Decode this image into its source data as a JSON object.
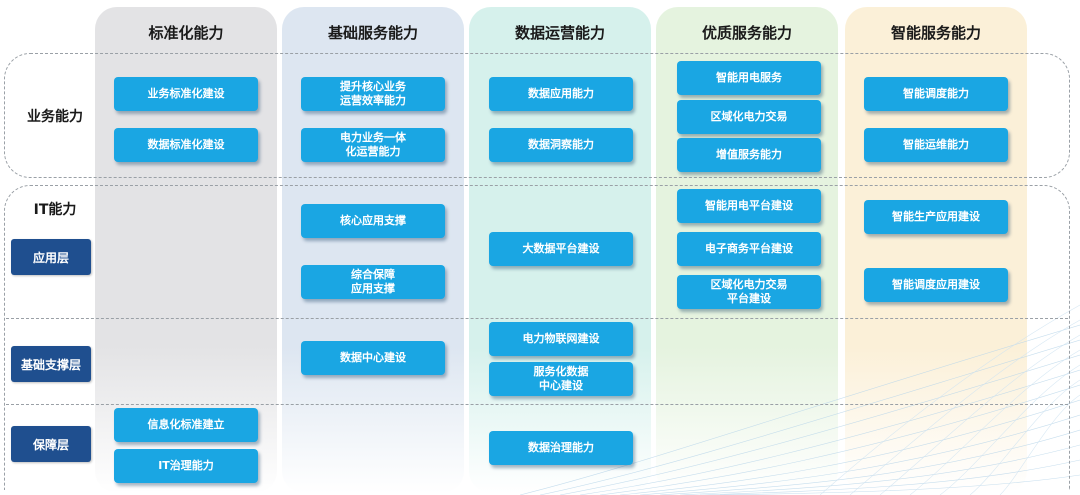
{
  "columns": [
    {
      "title": "标准化能力",
      "color": "#e3e3e5"
    },
    {
      "title": "基础服务能力",
      "color": "#dde6f1"
    },
    {
      "title": "数据运营能力",
      "color": "#d6f1ec"
    },
    {
      "title": "优质服务能力",
      "color": "#e5f3df"
    },
    {
      "title": "智能服务能力",
      "color": "#fbf0d8"
    }
  ],
  "rows": {
    "business": "业务能力",
    "it": "IT能力",
    "app_layer": "应用层",
    "base_layer": "基础支撑层",
    "guarantee_layer": "保障层"
  },
  "boxes": {
    "std_business_1": "业务标准化建设",
    "std_business_2": "数据标准化建设",
    "std_guarantee_1": "信息化标准建立",
    "std_guarantee_2": "IT治理能力",
    "basic_business_1": "提升核心业务\n运营效率能力",
    "basic_business_2": "电力业务一体\n化运营能力",
    "basic_app_1": "核心应用支撑",
    "basic_app_2": "综合保障\n应用支撑",
    "basic_base_1": "数据中心建设",
    "data_business_1": "数据应用能力",
    "data_business_2": "数据洞察能力",
    "data_app_1": "大数据平台建设",
    "data_base_1": "电力物联网建设",
    "data_base_2": "服务化数据\n中心建设",
    "data_guarantee_1": "数据治理能力",
    "quality_business_1": "智能用电服务",
    "quality_business_2": "区域化电力交易",
    "quality_business_3": "增值服务能力",
    "quality_app_1": "智能用电平台建设",
    "quality_app_2": "电子商务平台建设",
    "quality_app_3": "区域化电力交易\n平台建设",
    "smart_business_1": "智能调度能力",
    "smart_business_2": "智能运维能力",
    "smart_app_1": "智能生产应用建设",
    "smart_app_2": "智能调度应用建设"
  }
}
